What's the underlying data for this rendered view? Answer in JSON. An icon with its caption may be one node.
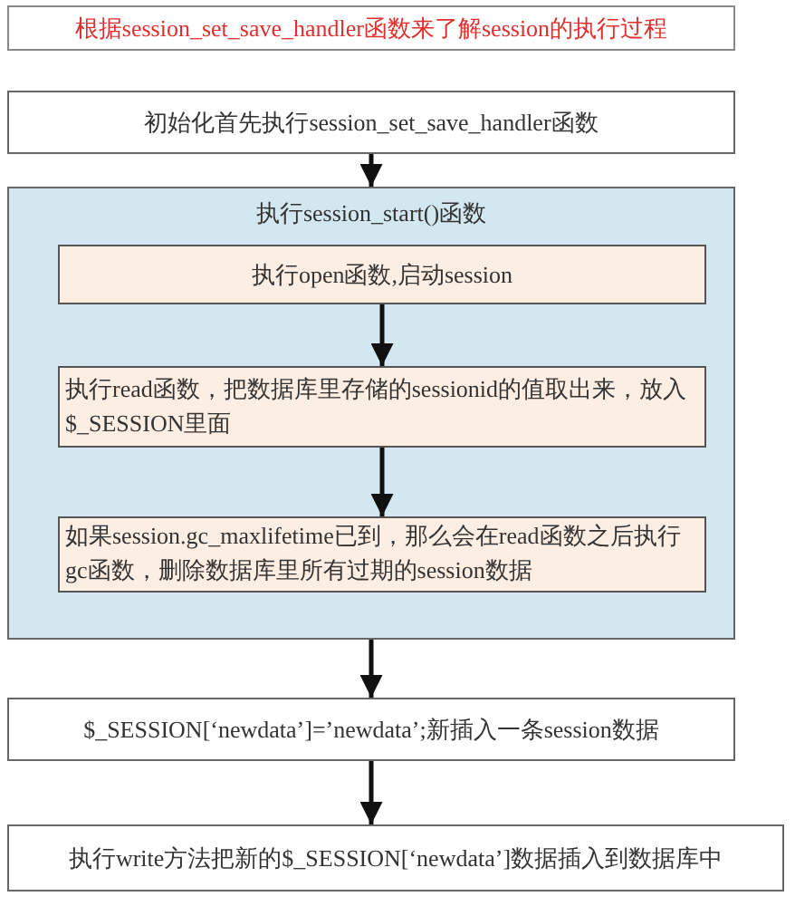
{
  "diagram": {
    "title": "根据session_set_save_handler函数来了解session的执行过程",
    "nodes": [
      {
        "text": [
          "初始化首先执行session_set_save_handler函数"
        ]
      },
      {
        "text": [
          "执行session_start()函数"
        ]
      },
      {
        "text": [
          "执行open函数,启动session"
        ],
        "in": 1
      },
      {
        "text": [
          "执行read函数，把数据库里存储的sessionid的值取出来，放入$_SESSION里面"
        ],
        "in": 1
      },
      {
        "text": [
          "如果session.gc_maxlifetime已到，那么会在read函数之后执行gc函数，删除数据库里所有过期的session数据"
        ],
        "in": 1
      },
      {
        "text": [
          "$_SESSION[‘newdata’]=’newdata’;新插入一条session数据"
        ]
      },
      {
        "text": [
          "执行write方法把新的$_SESSION[‘newdata’]数据插入到数据库中"
        ]
      }
    ],
    "edges": [
      {
        "from": 0,
        "to": 1,
        "arrow": "to"
      },
      {
        "from": 2,
        "to": 3,
        "arrow": "to"
      },
      {
        "from": 3,
        "to": 4,
        "arrow": "to"
      },
      {
        "from": 1,
        "to": 5,
        "arrow": "to"
      },
      {
        "from": 5,
        "to": 6,
        "arrow": "to"
      }
    ]
  }
}
